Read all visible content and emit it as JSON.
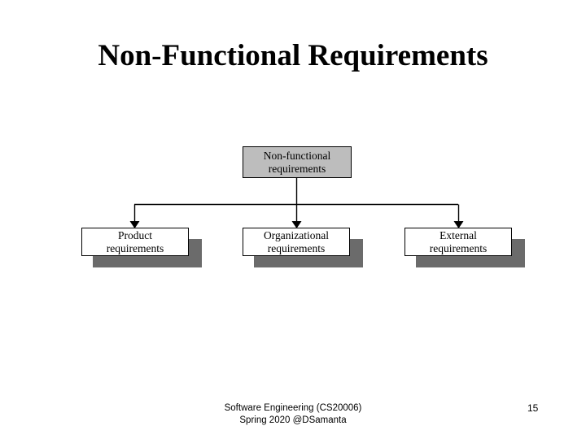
{
  "slide": {
    "title": "Non-Functional Requirements",
    "page_number": "15"
  },
  "diagram": {
    "type": "tree",
    "orientation": "top-down",
    "root": {
      "id": "non-functional-requirements",
      "line1": "Non-functional",
      "line2": "requirements",
      "fill": "#bdbdbd",
      "border": "#000000",
      "shadow": false
    },
    "children": [
      {
        "id": "product-requirements",
        "line1": "Product",
        "line2": "requirements",
        "fill": "#ffffff",
        "border": "#000000",
        "shadow": true
      },
      {
        "id": "organizational-requirements",
        "line1": "Organizational",
        "line2": "requirements",
        "fill": "#ffffff",
        "border": "#000000",
        "shadow": true
      },
      {
        "id": "external-requirements",
        "line1": "External",
        "line2": "requirements",
        "fill": "#ffffff",
        "border": "#000000",
        "shadow": true
      }
    ],
    "connector": {
      "style": "orthogonal-elbow",
      "color": "#000000",
      "arrowheads": 3,
      "shadow_color": "#6b6b6b"
    }
  },
  "footer": {
    "line1": "Software Engineering (CS20006)",
    "line2": "Spring 2020 @DSamanta"
  }
}
